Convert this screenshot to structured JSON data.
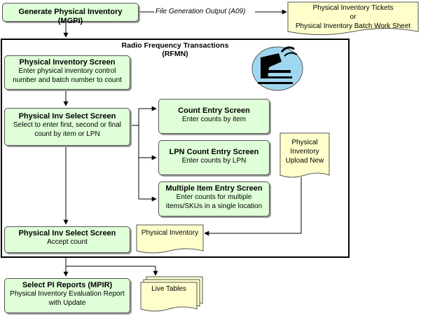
{
  "top_node": {
    "title": "Generate Physical Inventory (MGPI)"
  },
  "edge_label": "File Generation Output (A09)",
  "tickets_doc": {
    "line1": "Physical Inventory Tickets",
    "line2": "or",
    "line3": "Physical Inventory Batch Work Sheet"
  },
  "frame": {
    "title": "Radio Frequency Transactions (RFMN)"
  },
  "pi_screen": {
    "title": "Physical Inventory Screen",
    "desc": "Enter physical inventory control number and batch number to count"
  },
  "select_screen_1": {
    "title": "Physical Inv Select Screen",
    "desc": "Select to enter first, second or final count by item or LPN"
  },
  "count_entry": {
    "title": "Count Entry Screen",
    "desc": "Enter counts by item"
  },
  "lpn_count_entry": {
    "title": "LPN Count Entry Screen",
    "desc": "Enter counts by LPN"
  },
  "multi_item_entry": {
    "title": "Multiple Item Entry Screen",
    "desc": "Enter counts for multiple items/SKUs in a single location"
  },
  "upload_doc": {
    "text": "Physical Inventory Upload New"
  },
  "select_screen_2": {
    "title": "Physical Inv Select Screen",
    "desc": "Accept count"
  },
  "pi_doc": {
    "text": "Physical Inventory"
  },
  "reports_node": {
    "title": "Select PI Reports (MPIR)",
    "desc": "Physical Inventory Evaluation Report with Update"
  },
  "live_tables": {
    "text": "Live Tables"
  },
  "colors": {
    "process_fill": "#dfffd8",
    "document_fill": "#ffffcc",
    "logo_fill": "#9fd7f0"
  },
  "logo_icon": "rf-handheld-scanner-icon"
}
